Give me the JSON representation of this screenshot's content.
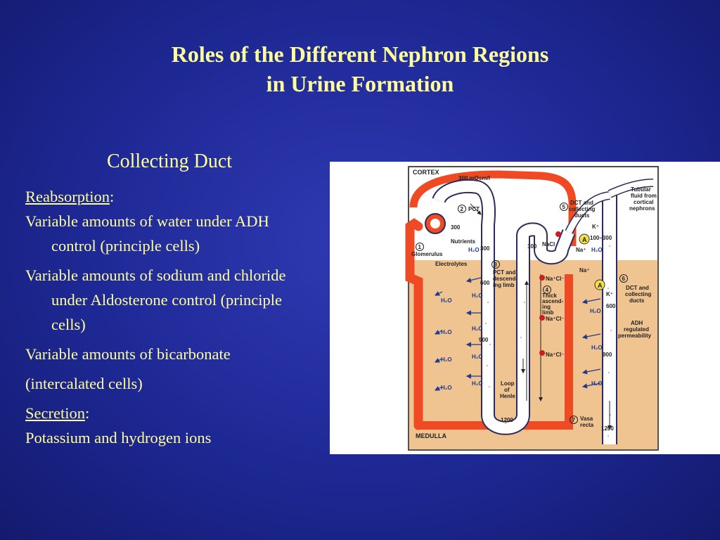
{
  "title": {
    "line1": "Roles of the Different Nephron Regions",
    "line2": "in Urine Formation"
  },
  "content": {
    "subtitle": "Collecting Duct",
    "reabsorption_heading": "Reabsorption",
    "items": [
      "Variable amounts of water under ADH control (principle cells)",
      "Variable amounts of sodium and chloride under Aldosterone control (principle cells)",
      "Variable amounts of bicarbonate",
      "(intercalated cells)"
    ],
    "secretion_heading": "Secretion",
    "secretion_item": "Potassium and hydrogen ions",
    "colon": ":"
  },
  "diagram": {
    "cortex": "CORTEX",
    "medulla": "MEDULLA",
    "osm_300_top": "300 mOsm/l",
    "tubular_fluid": [
      "Tubular",
      "fluid from",
      "cortical",
      "nephrons"
    ],
    "n2": "2",
    "pct": "PCT",
    "n1": "1",
    "glomerulus": "Glomerulus",
    "n5": "5",
    "dct_ducts": [
      "DCT and",
      "collecting",
      "ducts"
    ],
    "n3": "3",
    "pct_descending": [
      "PCT and",
      "descend-",
      "ing limb"
    ],
    "n4": "4",
    "thick_ascending": [
      "Thick",
      "ascend-",
      "ing",
      "limb"
    ],
    "n6": "6",
    "dct_collecting": [
      "DCT and",
      "collecting",
      "ducts"
    ],
    "n7": "7",
    "vasa_recta": [
      "Vasa",
      "recta"
    ],
    "loop": [
      "Loop",
      "of",
      "Henle"
    ],
    "adh_reg": [
      "ADH",
      "regulated",
      "permeability"
    ],
    "nutrients": "Nutrients",
    "electrolytes": "Electrolytes",
    "v300a": "300",
    "v300b": "300",
    "v600a": "600",
    "v900a": "900",
    "v1200a": "1200",
    "v100": "100",
    "v100_300": "100–300",
    "v600b": "600",
    "v900b": "900",
    "v1200b": "1200",
    "nacl": "NaCl",
    "na_cl": "Na⁺Cl⁻",
    "na": "Na⁺",
    "k": "K⁺",
    "h2o": "H₂O",
    "a": "A",
    "colors": {
      "cortex_bg": "#ffffff",
      "medulla_bg": "#f0c490",
      "vessel": "#ef4a24",
      "tubule": "#ffffff",
      "outline": "#2b2b5e"
    }
  }
}
